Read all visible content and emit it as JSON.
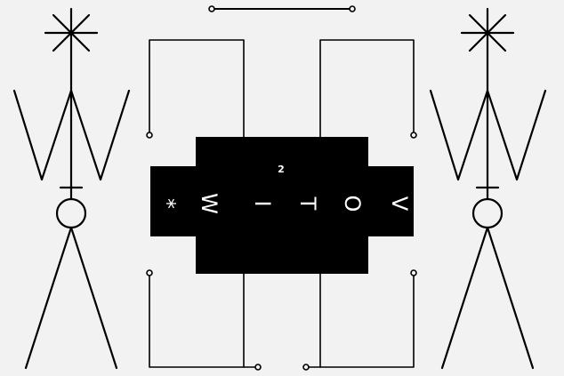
{
  "glyphs": [
    "V",
    "O",
    "T",
    "I",
    "W",
    "*"
  ],
  "superscript": "2",
  "colors": {
    "background": "#f2f2f2",
    "ink": "#000000",
    "block_text": "#ffffff"
  },
  "icons": {
    "left_figure": "stick-figure-icon",
    "right_figure": "stick-figure-icon"
  }
}
